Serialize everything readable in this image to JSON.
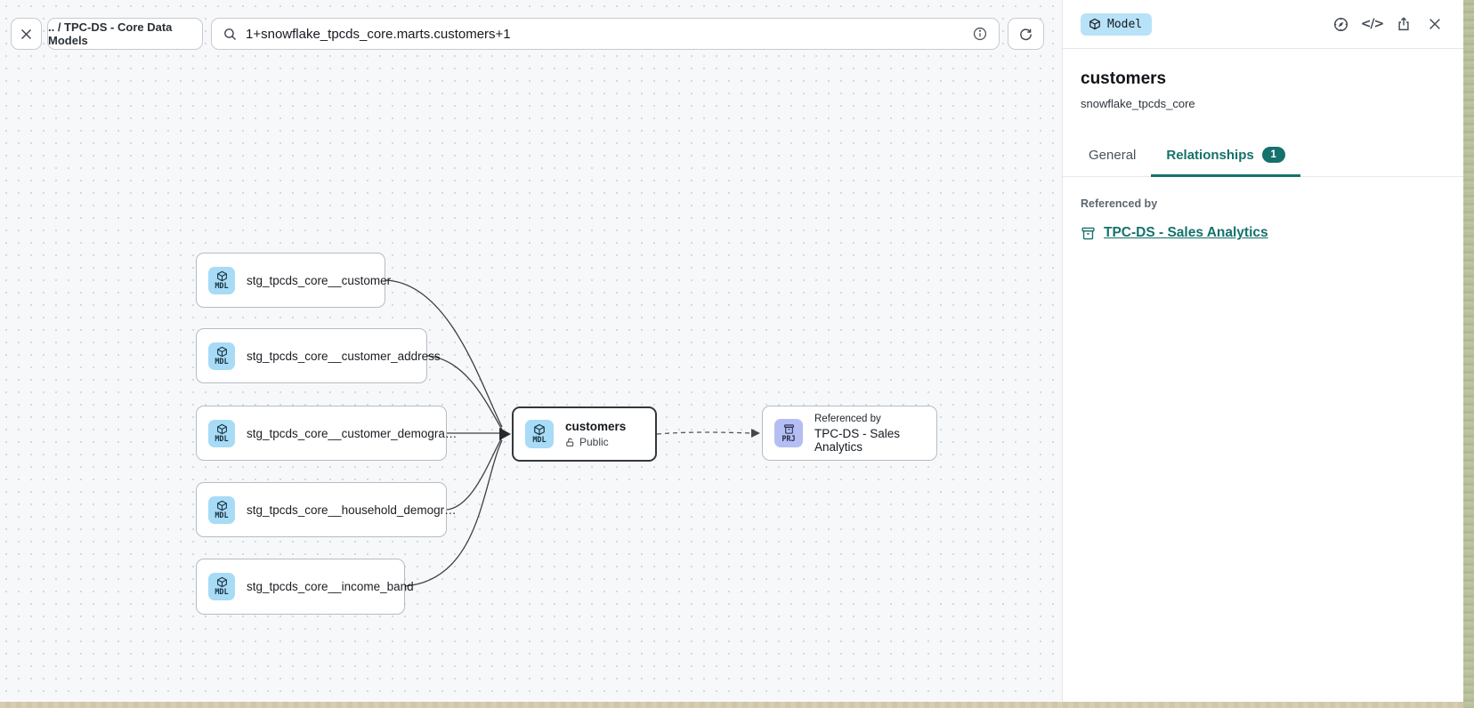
{
  "toolbar": {
    "breadcrumb": ".. / TPC-DS - Core Data Models",
    "search": {
      "value": "1+snowflake_tpcds_core.marts.customers+1"
    }
  },
  "panel": {
    "type_badge": "Model",
    "title": "customers",
    "subtitle": "snowflake_tpcds_core",
    "tabs": {
      "general": "General",
      "relationships": "Relationships",
      "relationships_count": "1"
    },
    "referenced_by_label": "Referenced by",
    "referenced_by_link": "TPC-DS - Sales Analytics"
  },
  "canvas": {
    "upstream_nodes": [
      {
        "icon": "MDL",
        "label": "stg_tpcds_core__customer"
      },
      {
        "icon": "MDL",
        "label": "stg_tpcds_core__customer_address"
      },
      {
        "icon": "MDL",
        "label": "stg_tpcds_core__customer_demogra…"
      },
      {
        "icon": "MDL",
        "label": "stg_tpcds_core__household_demogr…"
      },
      {
        "icon": "MDL",
        "label": "stg_tpcds_core__income_band"
      }
    ],
    "selected_node": {
      "icon": "MDL",
      "title": "customers",
      "visibility": "Public"
    },
    "downstream_node": {
      "icon": "PRJ",
      "eyebrow": "Referenced by",
      "title": "TPC-DS - Sales Analytics"
    }
  },
  "colors": {
    "accent_teal": "#15716b",
    "model_icon_blue": "#a7dbf6",
    "type_badge_blue": "#b8e2f8",
    "project_icon_purple": "#b5bef3"
  }
}
